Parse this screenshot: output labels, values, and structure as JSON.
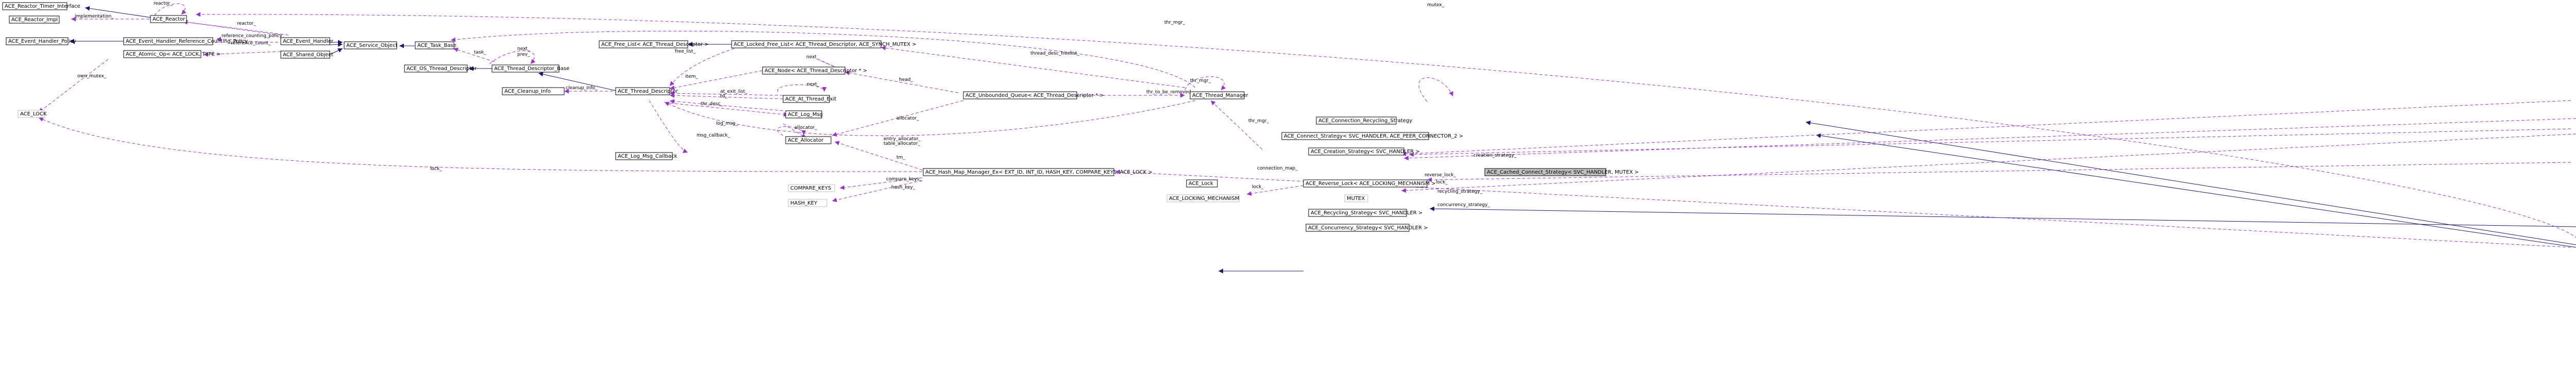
{
  "colors": {
    "inherit_edge": "#191970",
    "use_edge": "#9a32cd",
    "focus_fill": "#bfbfbf",
    "node_border": "#000000",
    "grey_border": "#bfbfbf"
  },
  "nodes": {
    "reactor_timer_interface": "ACE_Reactor_Timer_Interface",
    "reactor_impl": "ACE_Reactor_Impl",
    "reactor": "ACE_Reactor",
    "event_handler_policy": "ACE_Event_Handler_Policy",
    "eh_ref_counting_policy": "ACE_Event_Handler_Reference_Counting_Policy",
    "event_handler": "ACE_Event_Handler",
    "atomic_op": "ACE_Atomic_Op< ACE_LOCK, TYPE >",
    "shared_object": "ACE_Shared_Object",
    "service_object": "ACE_Service_Object",
    "task_base": "ACE_Task_Base",
    "os_thread_descriptor": "ACE_OS_Thread_Descriptor",
    "thread_descriptor_base": "ACE_Thread_Descriptor_Base",
    "free_list": "ACE_Free_List< ACE_Thread_Descriptor >",
    "locked_free_list": "ACE_Locked_Free_List< ACE_Thread_Descriptor, ACE_SYNCH_MUTEX >",
    "node_td": "ACE_Node< ACE_Thread_Descriptor * >",
    "cleanup_info": "ACE_Cleanup_Info",
    "thread_descriptor": "ACE_Thread_Descriptor",
    "at_thread_exit": "ACE_At_Thread_Exit",
    "log_msg": "ACE_Log_Msg",
    "allocator": "ACE_Allocator",
    "log_msg_callback": "ACE_Log_Msg_Callback",
    "ace_lock": "ACE_LOCK",
    "unbounded_queue": "ACE_Unbounded_Queue< ACE_Thread_Descriptor * >",
    "thread_manager": "ACE_Thread_Manager",
    "connection_recycling": "ACE_Connection_Recycling_Strategy",
    "connect_strategy": "ACE_Connect_Strategy< SVC_HANDLER, ACE_PEER_CONNECTOR_2 >",
    "creation_strategy": "ACE_Creation_Strategy< SVC_HANDLER >",
    "hash_map_manager": "ACE_Hash_Map_Manager_Ex< EXT_ID, INT_ID, HASH_KEY, COMPARE_KEYS, ACE_LOCK >",
    "compare_keys": "COMPARE_KEYS",
    "hash_key": "HASH_KEY",
    "ace_lock_class": "ACE_Lock",
    "reverse_lock": "ACE_Reverse_Lock< ACE_LOCKING_MECHANISM >",
    "locking_mechanism": "ACE_LOCKING_MECHANISM",
    "mutex": "MUTEX",
    "recycling_strategy": "ACE_Recycling_Strategy< SVC_HANDLER >",
    "concurrency_strategy": "ACE_Concurrency_Strategy< SVC_HANDLER >",
    "cached_connect_strategy": "ACE_Cached_Connect_Strategy< SVC_HANDLER, MUTEX >"
  },
  "labels": {
    "reactor_self": "reactor_",
    "reactor_impl": "implementation_",
    "reactor_eh": "reactor_",
    "ref_count": "reference_counting_policy_",
    "reference_count": "reference_count_",
    "own_mutex": "own_mutex_",
    "task": "task_",
    "next_prev": "next_\nprev_",
    "free_list": "free_list_",
    "thr_mgr_task": "thr_mgr_",
    "thread_desc_freelist": "thread_desc_freelist_",
    "next_node": "next_",
    "item": "item_",
    "head": "head_",
    "cleanup_info": "cleanup_info_",
    "at_exit_list": "at_exit_list_\ntd_",
    "next_ate": "next_",
    "thr_desc": "thr_desc_",
    "log_msg": "log_msg_",
    "msg_callback": "msg_callback_",
    "allocator_uq": "allocator_",
    "allocator_self": "allocator_",
    "terminated": "thr_to_be_removed_",
    "thr_mgr_self": "thr_mgr_",
    "tm": "tm_",
    "entry_allocator": "entry_allocator_\ntable_allocator_",
    "lock_hash": "lock_",
    "compare_keys": "compare_keys_",
    "hash_key": "hash_key_",
    "lock_reverse": "lock_",
    "connection_map": "connection_map_",
    "thr_mgr_creation": "thr_mgr_",
    "creation_strategy": "creation_strategy_",
    "reverse_lock": "reverse_lock_",
    "lock_mutex": "lock_",
    "recycling_strategy": "recycling_strategy_",
    "concurrency_strategy": "concurrency_strategy_",
    "mutex_self": "mutex_"
  }
}
